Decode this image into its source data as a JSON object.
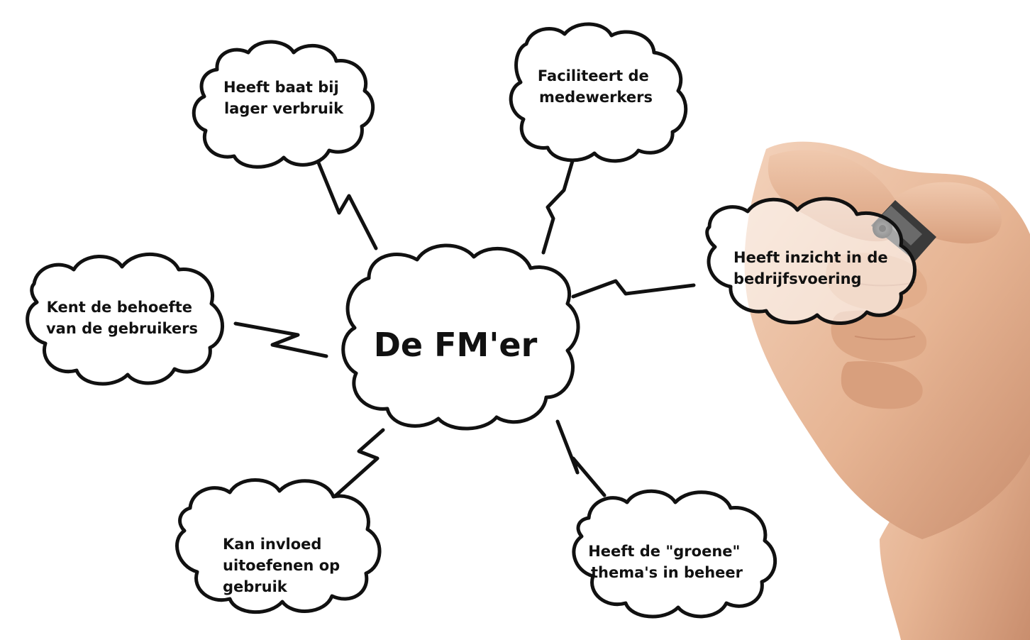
{
  "diagram": {
    "center": {
      "label": "De FM'er"
    },
    "nodes": [
      {
        "id": "top-left",
        "lines": [
          "Heeft baat bij",
          "lager verbruik"
        ]
      },
      {
        "id": "top-right",
        "lines": [
          "Faciliteert de",
          "medewerkers"
        ]
      },
      {
        "id": "right",
        "lines": [
          "Heeft inzicht in de",
          "bedrijfsvoering"
        ]
      },
      {
        "id": "left",
        "lines": [
          "Kent de behoefte",
          "van de gebruikers"
        ]
      },
      {
        "id": "bottom-left",
        "lines": [
          "Kan invloed",
          "uitoefenen op",
          "gebruik"
        ]
      },
      {
        "id": "bottom-right",
        "lines": [
          "Heeft de \"groene\"",
          "thema's in beheer"
        ]
      }
    ]
  },
  "colors": {
    "ink": "#111111",
    "background": "#ffffff",
    "skin": "#e8b899",
    "skin_shadow": "#c98e6e",
    "marker": "#2b2b2b"
  },
  "illustration": {
    "hand_icon": "hand-holding-marker"
  }
}
